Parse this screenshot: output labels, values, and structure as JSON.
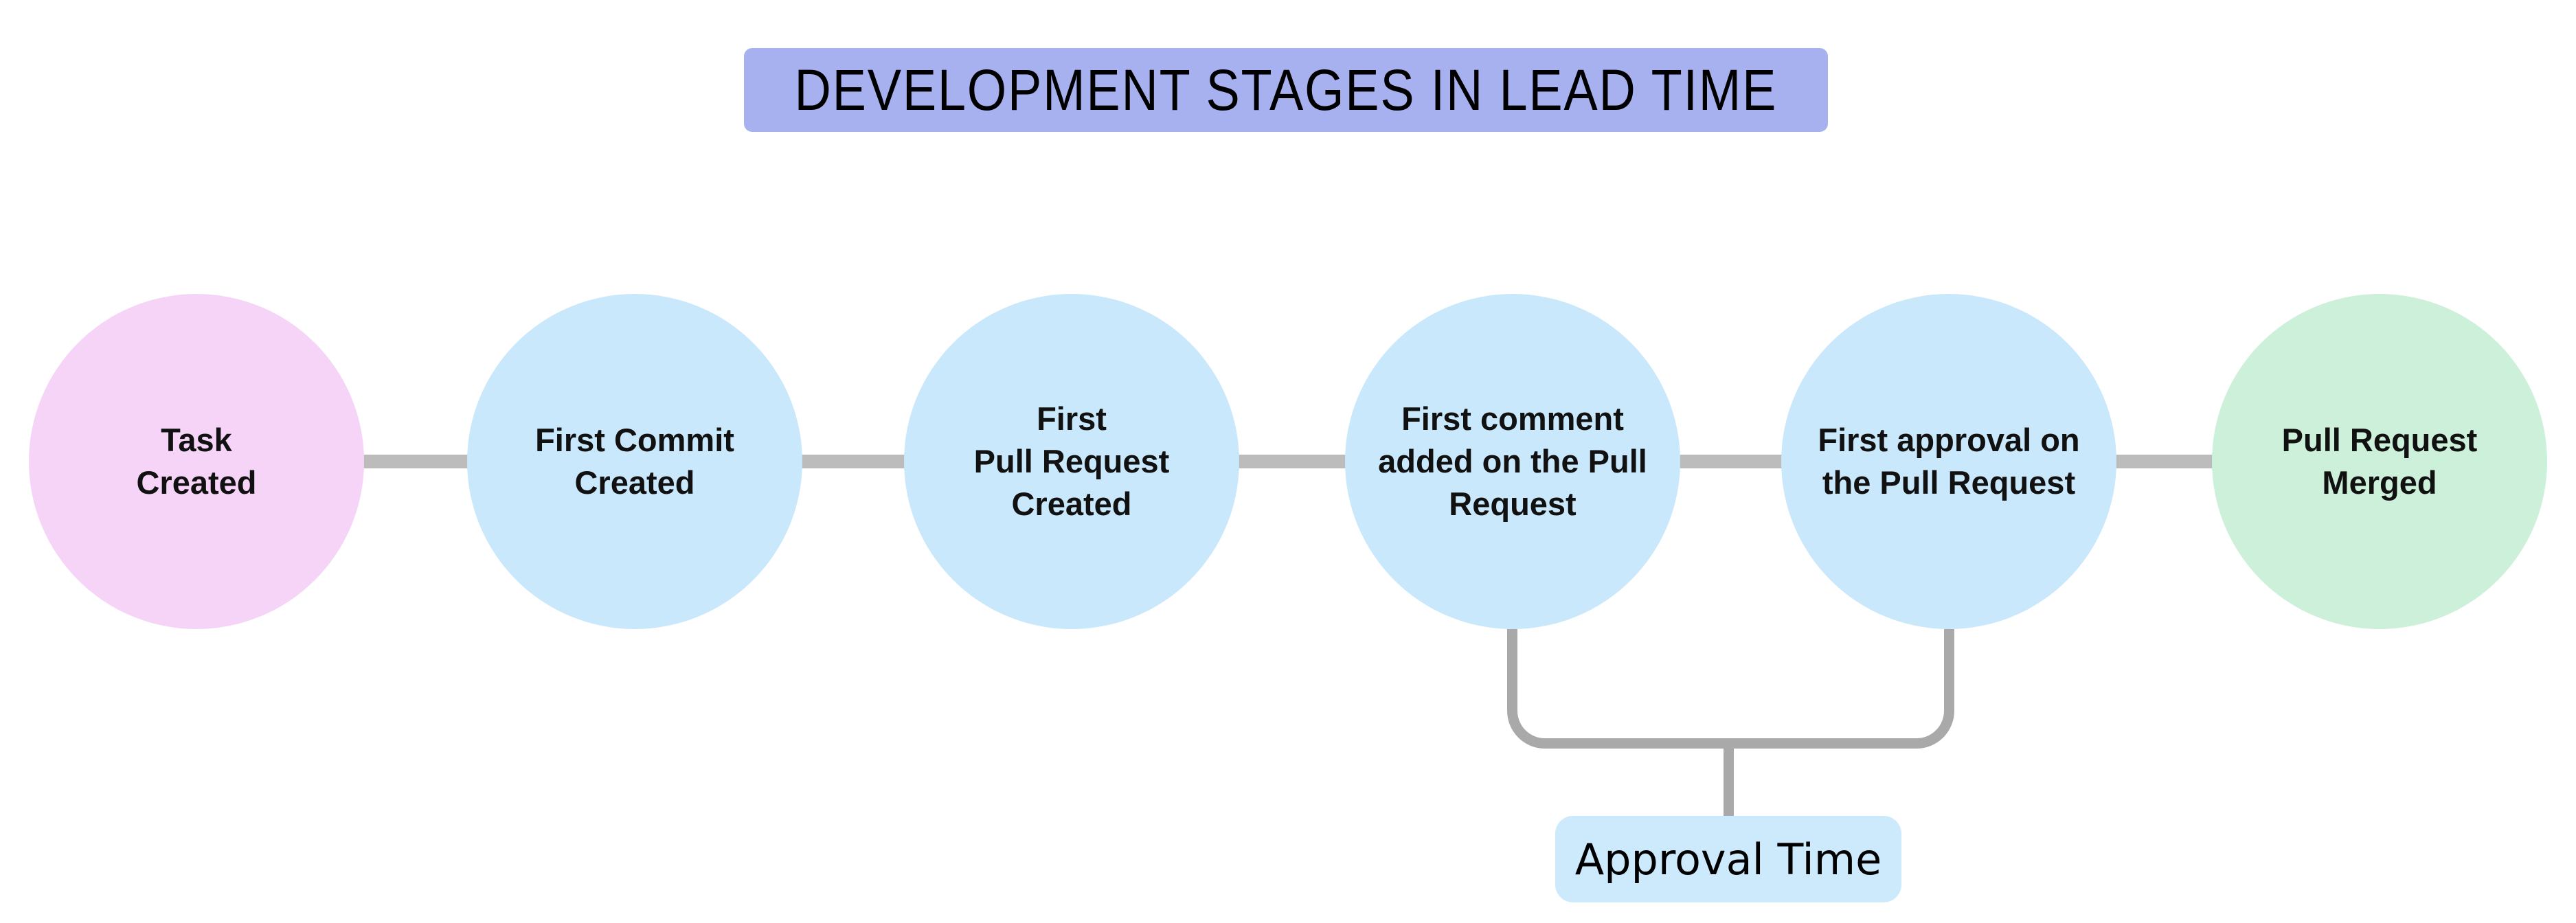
{
  "title": {
    "text": "DEVELOPMENT STAGES IN LEAD TIME",
    "bg": "#a8b1ef"
  },
  "stages": [
    {
      "name": "task-created",
      "label": "Task\nCreated",
      "fill": "#f6d4f8"
    },
    {
      "name": "first-commit-created",
      "label": "First Commit\nCreated",
      "fill": "#c9e8fb"
    },
    {
      "name": "first-pull-request-created",
      "label": "First\nPull Request\nCreated",
      "fill": "#c9e8fb"
    },
    {
      "name": "first-comment-added-on-pr",
      "label": "First comment\nadded on the Pull\nRequest",
      "fill": "#c9e8fb"
    },
    {
      "name": "first-approval-on-pr",
      "label": "First approval on\nthe Pull Request",
      "fill": "#c9e8fb"
    },
    {
      "name": "pull-request-merged",
      "label": "Pull Request\nMerged",
      "fill": "#cdf0da"
    }
  ],
  "annotation": {
    "label": "Approval Time",
    "fill": "#cde9fc"
  },
  "connectors": {
    "line": "#bcbcbc",
    "bracket": "#a9a9a9"
  }
}
